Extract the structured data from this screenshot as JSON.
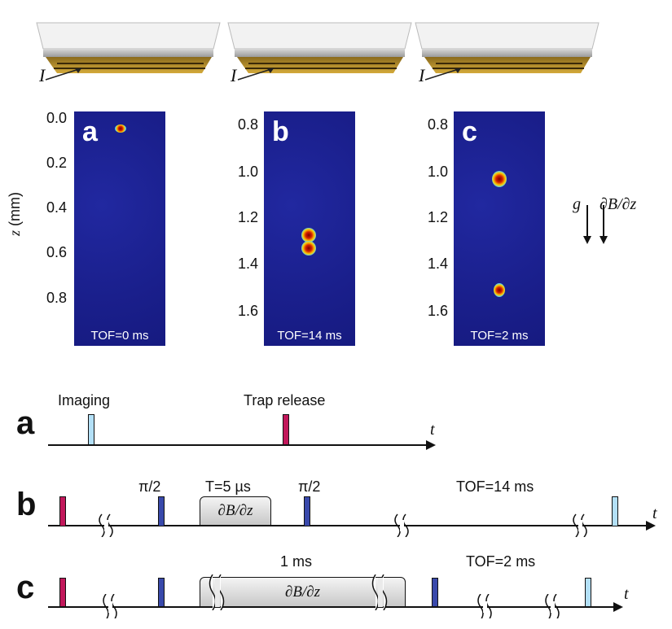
{
  "chips": [
    {
      "current_label": "I"
    },
    {
      "current_label": "I"
    },
    {
      "current_label": "I"
    }
  ],
  "images": {
    "y_axis_label_var": "z",
    "y_axis_label_unit": "(mm)",
    "panels": [
      {
        "letter": "a",
        "tof": "TOF=0 ms",
        "ticks": [
          "0.0",
          "0.2",
          "0.4",
          "0.6",
          "0.8"
        ]
      },
      {
        "letter": "b",
        "tof": "TOF=14 ms",
        "ticks": [
          "0.8",
          "1.0",
          "1.2",
          "1.4",
          "1.6"
        ]
      },
      {
        "letter": "c",
        "tof": "TOF=2 ms",
        "ticks": [
          "0.8",
          "1.0",
          "1.2",
          "1.4",
          "1.6"
        ]
      }
    ],
    "arrows": {
      "g": "g",
      "grad": "∂B/∂z"
    }
  },
  "sequences": {
    "a": {
      "letter": "a",
      "imaging": "Imaging",
      "trap_release": "Trap release",
      "t": "t"
    },
    "b": {
      "letter": "b",
      "pi1": "π/2",
      "pi2": "π/2",
      "duration": "T=5 µs",
      "grad": "∂B/∂z",
      "tof": "TOF=14 ms",
      "t": "t"
    },
    "c": {
      "letter": "c",
      "duration": "1 ms",
      "grad": "∂B/∂z",
      "tof": "TOF=2 ms",
      "t": "t"
    }
  },
  "colors": {
    "panel_bg": "#1a1f8c",
    "trap_pulse": "#c2185b",
    "pi_pulse": "#3949ab",
    "imaging_pulse": "#b3e0f7",
    "gradient_box": "#d9d9d9",
    "chip_gold": "#c9a030"
  }
}
